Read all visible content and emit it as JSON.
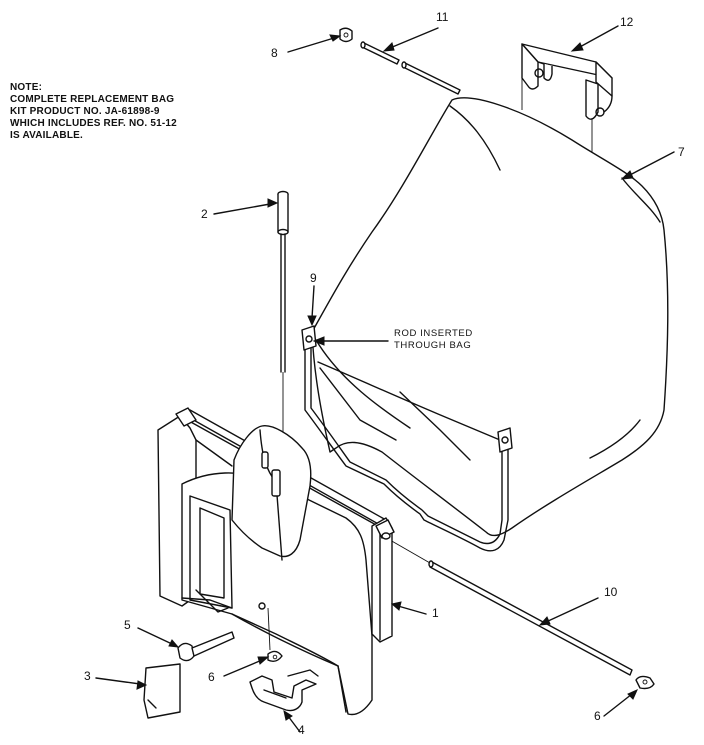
{
  "note": {
    "lines": [
      "NOTE:",
      "COMPLETE REPLACEMENT BAG",
      "KIT PRODUCT NO. JA-61898-9",
      "WHICH INCLUDES REF. NO. 51-12",
      "IS AVAILABLE."
    ]
  },
  "callout": {
    "lines": [
      "ROD INSERTED",
      "THROUGH BAG"
    ]
  },
  "refs": {
    "r1": "1",
    "r2": "2",
    "r3": "3",
    "r4": "4",
    "r5": "5",
    "r6a": "6",
    "r6b": "6",
    "r7": "7",
    "r8": "8",
    "r9": "9",
    "r10": "10",
    "r11": "11",
    "r12": "12"
  }
}
